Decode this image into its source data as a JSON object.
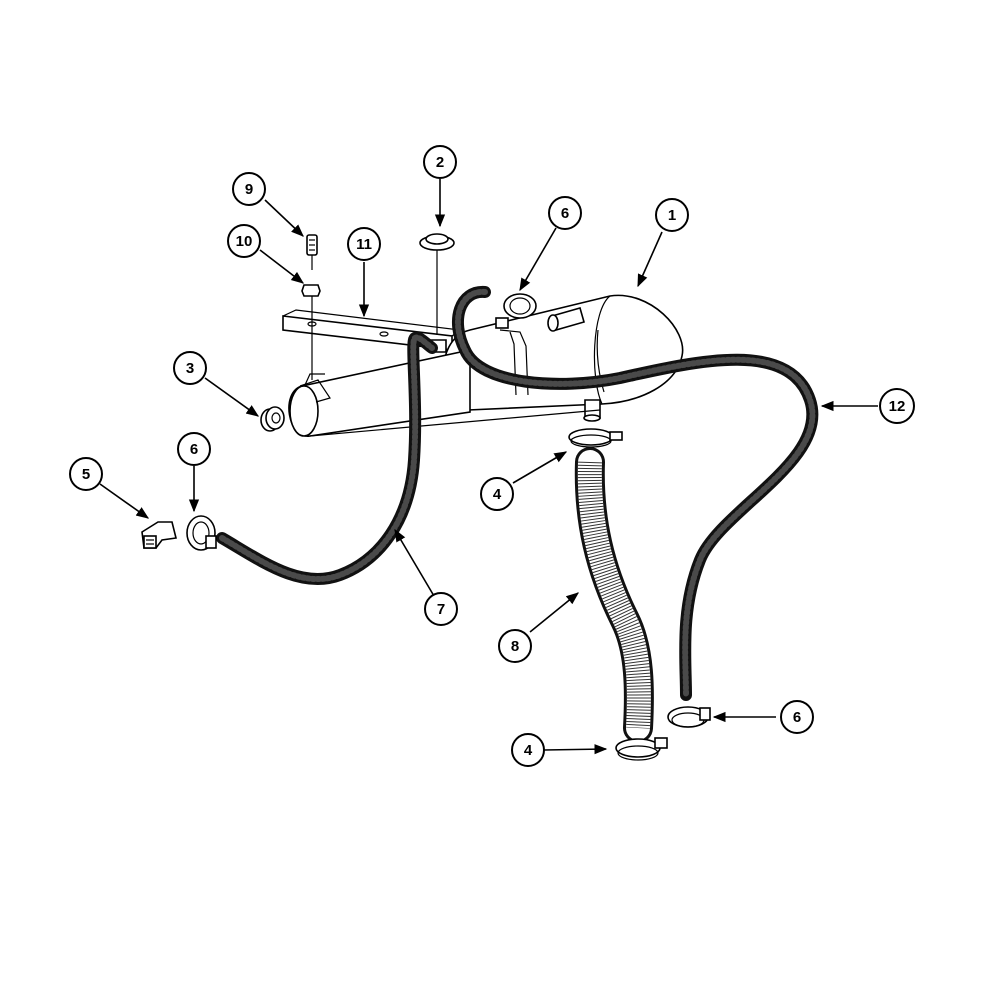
{
  "callouts": [
    {
      "id": "c1",
      "label": "1"
    },
    {
      "id": "c2",
      "label": "2"
    },
    {
      "id": "c3",
      "label": "3"
    },
    {
      "id": "c4a",
      "label": "4"
    },
    {
      "id": "c4b",
      "label": "4"
    },
    {
      "id": "c5",
      "label": "5"
    },
    {
      "id": "c6a",
      "label": "6"
    },
    {
      "id": "c6b",
      "label": "6"
    },
    {
      "id": "c6c",
      "label": "6"
    },
    {
      "id": "c7",
      "label": "7"
    },
    {
      "id": "c8",
      "label": "8"
    },
    {
      "id": "c9",
      "label": "9"
    },
    {
      "id": "c10",
      "label": "10"
    },
    {
      "id": "c11",
      "label": "11"
    },
    {
      "id": "c12",
      "label": "12"
    }
  ]
}
